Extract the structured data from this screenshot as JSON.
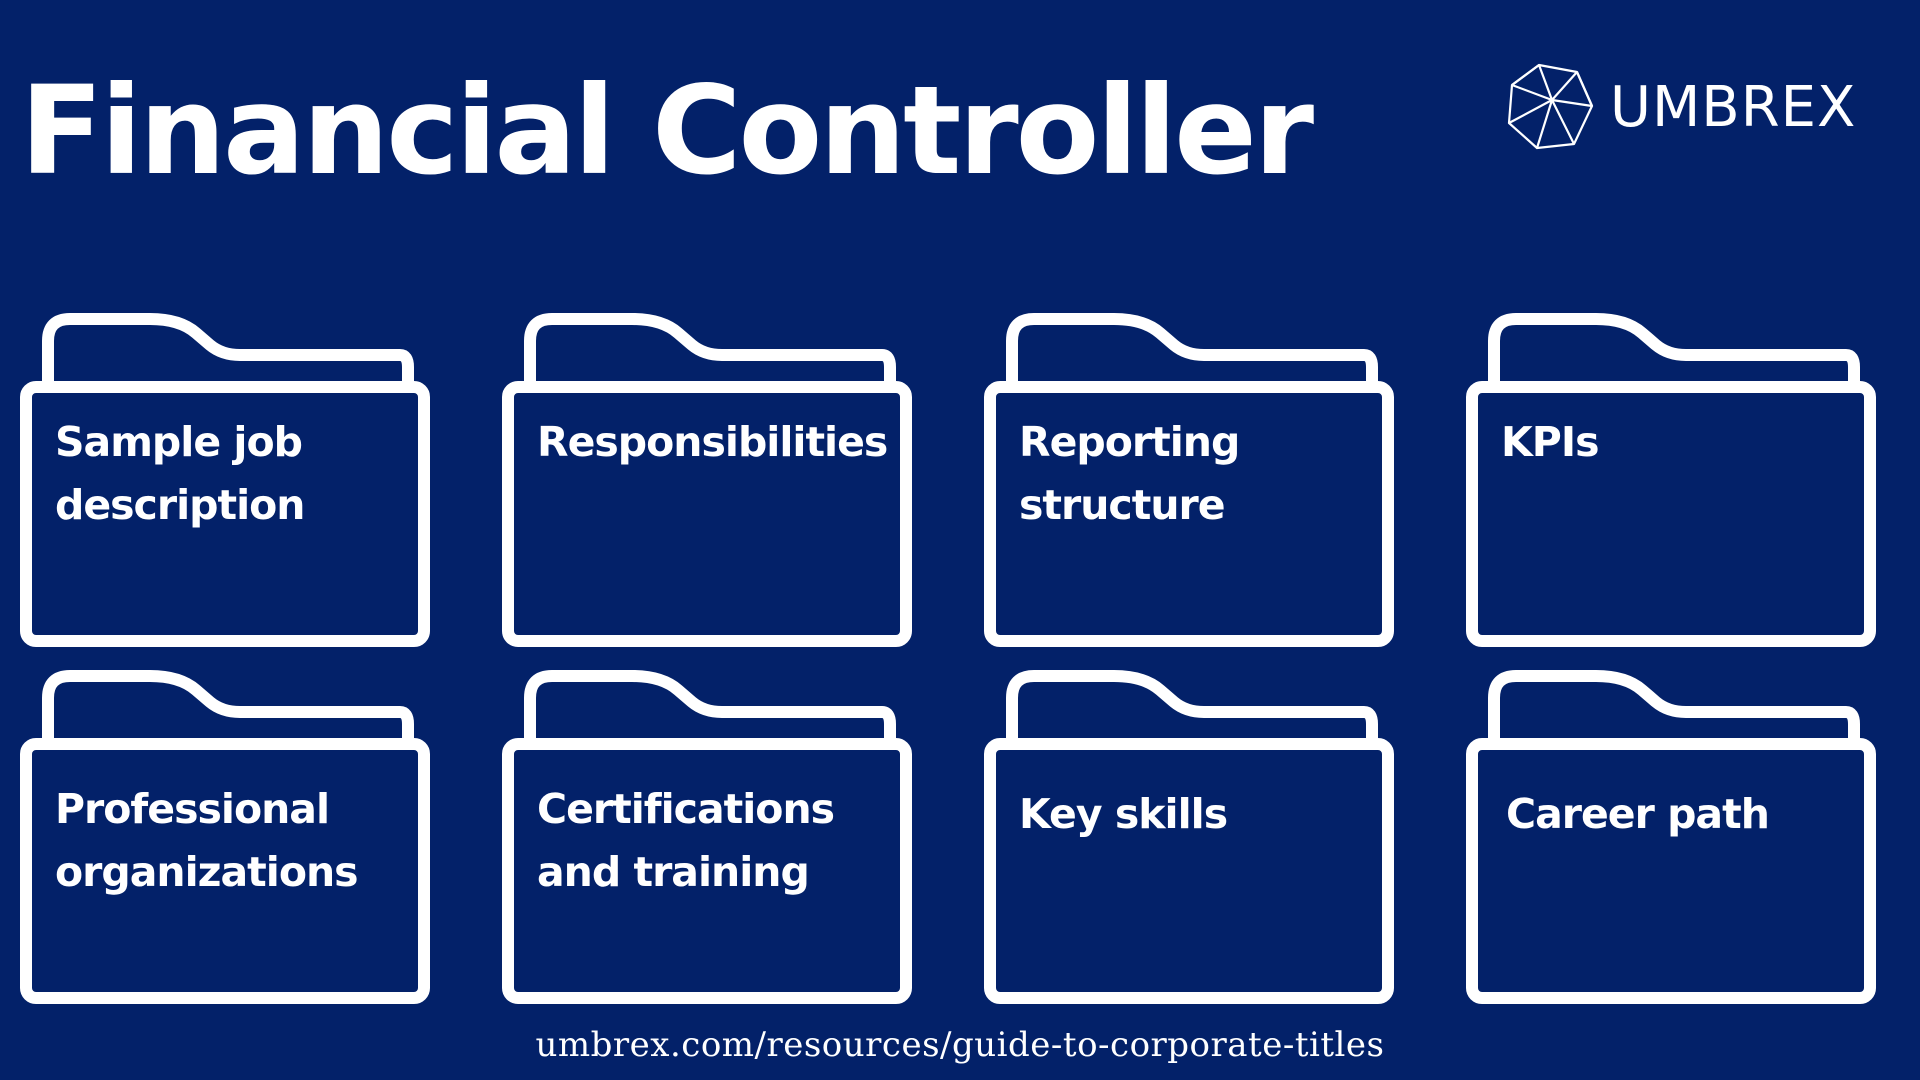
{
  "page": {
    "title": "Financial Controller",
    "background_color": "#032169",
    "text_color": "#ffffff"
  },
  "logo": {
    "text": "UMBREX",
    "icon": "geodesic-sphere-icon"
  },
  "folders": [
    {
      "label": "Sample job description",
      "icon": "folder-icon"
    },
    {
      "label": "Responsibilities",
      "icon": "folder-icon"
    },
    {
      "label": "Reporting structure",
      "icon": "folder-icon"
    },
    {
      "label": "KPIs",
      "icon": "folder-icon"
    },
    {
      "label": "Professional organizations",
      "icon": "folder-icon"
    },
    {
      "label": "Certifications and training",
      "icon": "folder-icon"
    },
    {
      "label": "Key skills",
      "icon": "folder-icon"
    },
    {
      "label": "Career path",
      "icon": "folder-icon"
    }
  ],
  "footer": {
    "url": "umbrex.com/resources/guide-to-corporate-titles"
  }
}
